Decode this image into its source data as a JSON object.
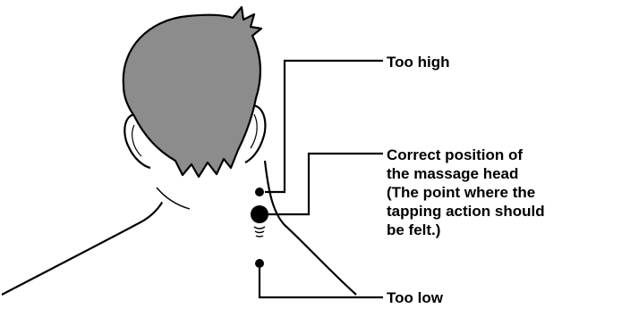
{
  "labels": {
    "too_high": "Too high",
    "correct_lines": [
      "Correct position of",
      "the massage head",
      "(The point where the",
      "tapping action should",
      "be felt.)"
    ],
    "too_low": "Too low"
  },
  "colors": {
    "hair": "#8c8c8c",
    "outline": "#000000",
    "background": "#ffffff"
  }
}
